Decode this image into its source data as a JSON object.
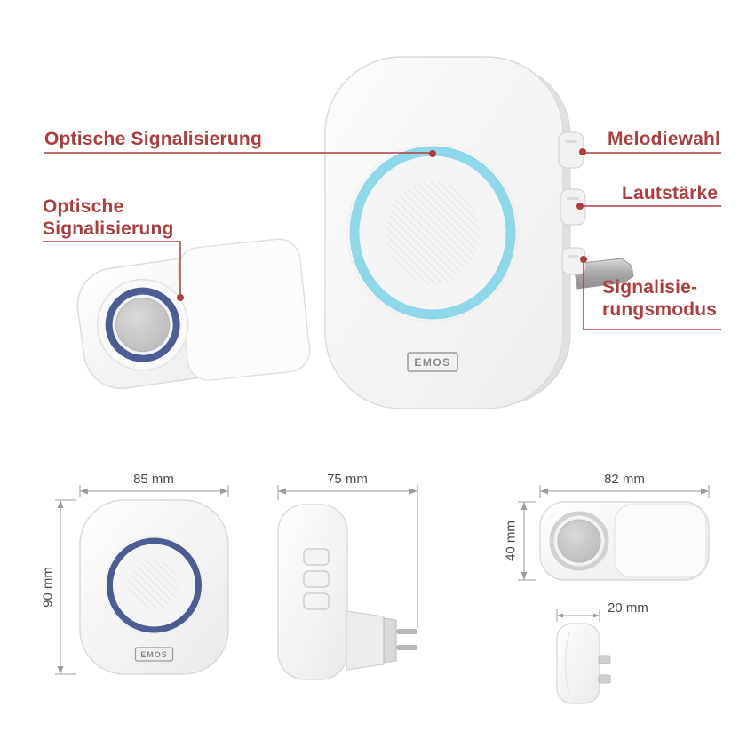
{
  "annotations": {
    "optical_top": {
      "label": "Optische Signalisierung"
    },
    "optical_button": {
      "line1": "Optische",
      "line2": "Signalisierung"
    },
    "melody": {
      "label": "Melodiewahl"
    },
    "volume": {
      "label": "Lautstärke"
    },
    "signal_mode": {
      "line1": "Signalisie-",
      "line2": "rungsmodus"
    }
  },
  "brand": {
    "logo": "EMOS"
  },
  "dims": {
    "receiver_front": {
      "width": "85 mm",
      "height": "90 mm"
    },
    "receiver_side": {
      "depth": "75 mm"
    },
    "button_front": {
      "width": "82 mm",
      "height": "40 mm"
    },
    "button_side": {
      "depth": "20 mm"
    }
  },
  "colors": {
    "accent_red": "#b13c3c",
    "ring_cyan": "#8ed8e9",
    "ring_navy": "#4d5c93",
    "dim_line": "#9c9c9c",
    "dim_text": "#4b4b4b"
  }
}
